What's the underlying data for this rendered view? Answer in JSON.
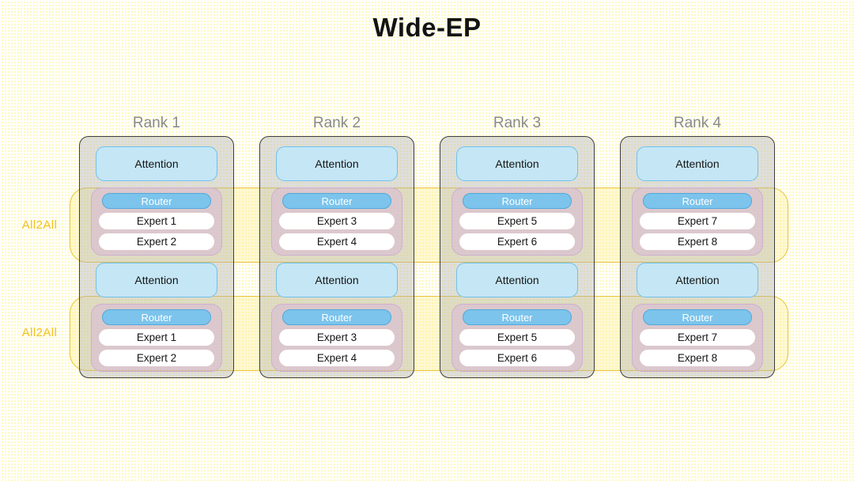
{
  "title": "Wide-EP",
  "colors": {
    "accent_yellow": "#e8c43a",
    "label_yellow": "#f2c020",
    "attention_fill": "#c5e6f5",
    "attention_border": "#6ec2ea",
    "router_fill": "#7cc4ec",
    "moe_fill": "#d8b4dc",
    "rank_border": "#3d3d3d",
    "rank_title": "#8a8a8a",
    "dot_grid": "#ffee33"
  },
  "all2all_bands": [
    {
      "label": "All2All"
    },
    {
      "label": "All2All"
    }
  ],
  "ranks": [
    {
      "title": "Rank 1",
      "layers": [
        {
          "attention": "Attention",
          "router": "Router",
          "experts": [
            "Expert 1",
            "Expert 2"
          ]
        },
        {
          "attention": "Attention",
          "router": "Router",
          "experts": [
            "Expert 1",
            "Expert 2"
          ]
        }
      ]
    },
    {
      "title": "Rank 2",
      "layers": [
        {
          "attention": "Attention",
          "router": "Router",
          "experts": [
            "Expert 3",
            "Expert 4"
          ]
        },
        {
          "attention": "Attention",
          "router": "Router",
          "experts": [
            "Expert 3",
            "Expert 4"
          ]
        }
      ]
    },
    {
      "title": "Rank 3",
      "layers": [
        {
          "attention": "Attention",
          "router": "Router",
          "experts": [
            "Expert 5",
            "Expert 6"
          ]
        },
        {
          "attention": "Attention",
          "router": "Router",
          "experts": [
            "Expert 5",
            "Expert 6"
          ]
        }
      ]
    },
    {
      "title": "Rank 4",
      "layers": [
        {
          "attention": "Attention",
          "router": "Router",
          "experts": [
            "Expert 7",
            "Expert 8"
          ]
        },
        {
          "attention": "Attention",
          "router": "Router",
          "experts": [
            "Expert 7",
            "Expert 8"
          ]
        }
      ]
    }
  ]
}
